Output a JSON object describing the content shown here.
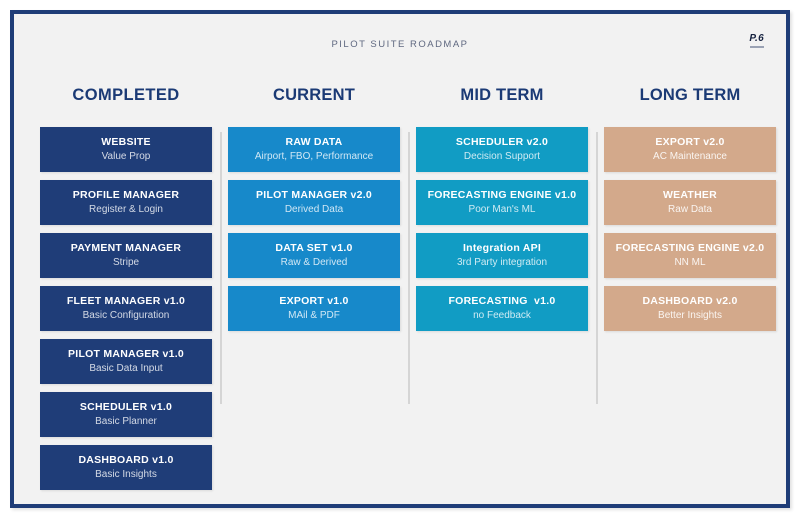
{
  "slide": {
    "title": "PILOT SUITE ROADMAP",
    "page_label": "P.6",
    "frame_color": "#1f3d78",
    "background_color": "#f2f2f2"
  },
  "columns": [
    {
      "header": "COMPLETED",
      "accent_color": "#1f3d78",
      "cards": [
        {
          "title": "WEBSITE",
          "subtitle": "Value Prop"
        },
        {
          "title": "PROFILE MANAGER",
          "subtitle": "Register & Login"
        },
        {
          "title": "PAYMENT MANAGER",
          "subtitle": "Stripe"
        },
        {
          "title": "FLEET MANAGER v1.0",
          "subtitle": "Basic Configuration"
        },
        {
          "title": "PILOT MANAGER v1.0",
          "subtitle": "Basic Data Input"
        },
        {
          "title": "SCHEDULER v1.0",
          "subtitle": "Basic Planner"
        },
        {
          "title": "DASHBOARD v1.0",
          "subtitle": "Basic Insights"
        }
      ]
    },
    {
      "header": "CURRENT",
      "accent_color": "#1789ca",
      "cards": [
        {
          "title": "RAW DATA",
          "subtitle": "Airport, FBO, Performance"
        },
        {
          "title": "PILOT MANAGER v2.0",
          "subtitle": "Derived Data"
        },
        {
          "title": "DATA SET v1.0",
          "subtitle": "Raw & Derived"
        },
        {
          "title": "EXPORT v1.0",
          "subtitle": "MAil & PDF"
        }
      ]
    },
    {
      "header": "MID TERM",
      "accent_color": "#119cc4",
      "cards": [
        {
          "title": "SCHEDULER v2.0",
          "subtitle": "Decision Support"
        },
        {
          "title": "FORECASTING ENGINE v1.0",
          "subtitle": "Poor Man's ML"
        },
        {
          "title": "Integration API",
          "subtitle": "3rd Party integration"
        },
        {
          "title": "FORECASTING  v1.0",
          "subtitle": "no Feedback"
        }
      ]
    },
    {
      "header": "LONG TERM",
      "accent_color": "#d3a98b",
      "cards": [
        {
          "title": "EXPORT v2.0",
          "subtitle": "AC Maintenance"
        },
        {
          "title": "WEATHER",
          "subtitle": "Raw Data"
        },
        {
          "title": "FORECASTING ENGINE v2.0",
          "subtitle": "NN ML"
        },
        {
          "title": "DASHBOARD v2.0",
          "subtitle": "Better Insights"
        }
      ]
    }
  ]
}
